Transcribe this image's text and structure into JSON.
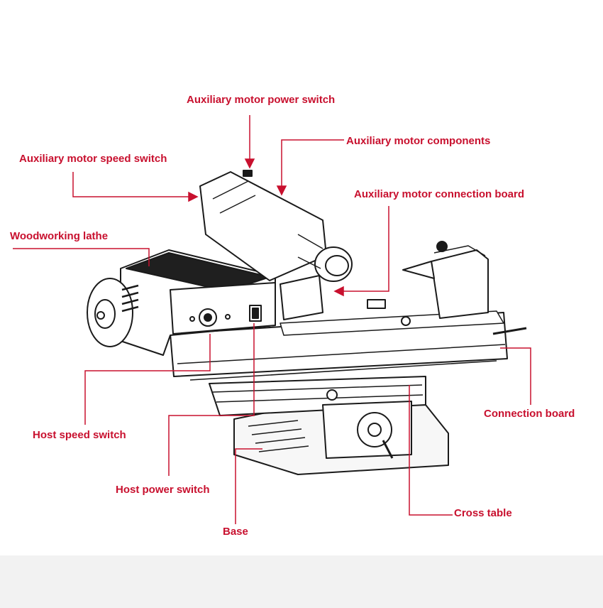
{
  "colors": {
    "label": "#c8102e",
    "leader": "#c8102e",
    "drawing": "#1a1a1a",
    "background": "#ffffff",
    "bottom_band": "#f2f2f2"
  },
  "labels": {
    "aux_power_switch": "Auxiliary  motor power switch",
    "aux_components": "Auxiliary motor components",
    "aux_speed_switch": "Auxiliary motor speed switch",
    "aux_connection_board": "Auxiliary motor connection board",
    "woodworking_lathe": "Woodworking lathe",
    "host_speed_switch": "Host speed switch",
    "connection_board": "Connection board",
    "host_power_switch": "Host power switch",
    "cross_table": "Cross table",
    "base": "Base"
  }
}
